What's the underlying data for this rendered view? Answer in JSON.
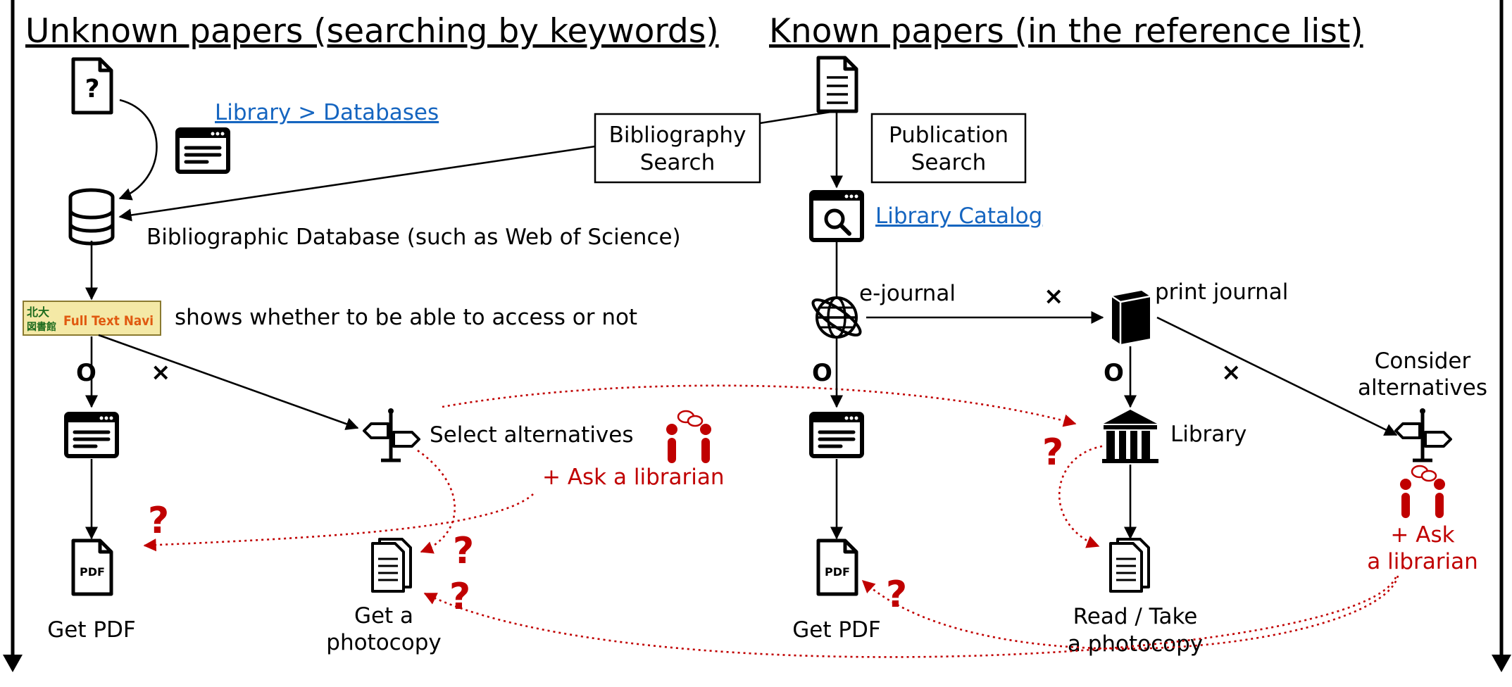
{
  "headings": {
    "unknown": "Unknown papers (searching by keywords)",
    "known": "Known papers (in the reference list)"
  },
  "links": {
    "library_databases": "Library > Databases",
    "library_catalog": "Library Catalog"
  },
  "boxes": {
    "bibliography_search": [
      "Bibliography",
      "Search"
    ],
    "publication_search": [
      "Publication",
      "Search"
    ]
  },
  "labels": {
    "bibliographic_database": "Bibliographic Database (such as Web of Science)",
    "fulltext_note": "shows whether to be able to access or not",
    "fulltext_logo_small1": "北大",
    "fulltext_logo_small2": "図書館",
    "fulltext_logo_big": "Full Text Navi",
    "select_alternatives": "Select alternatives",
    "ask_librarian_left": "+ Ask a librarian",
    "get_pdf_left": "Get PDF",
    "get_photocopy": [
      "Get a",
      "photocopy"
    ],
    "e_journal": "e-journal",
    "print_journal": "print journal",
    "library": "Library",
    "get_pdf_right": "Get PDF",
    "read_take_photocopy": [
      "Read / Take",
      "a photocopy"
    ],
    "consider_alternatives": [
      "Consider",
      "alternatives"
    ],
    "ask_librarian_right": [
      "+ Ask",
      "a librarian"
    ]
  },
  "marks": {
    "ok": "O",
    "ng": "×",
    "question": "?"
  },
  "colors": {
    "text": "#000000",
    "link": "#1565c0",
    "accent_red": "#c00000",
    "logo_bg": "#f4e9a6",
    "logo_text": "#e05a10"
  },
  "icons": [
    "document-question-icon",
    "browser-window-icon",
    "database-icon",
    "fulltext-navi-logo",
    "signpost-icon",
    "librarian-icon",
    "pdf-file-icon",
    "photocopy-icon",
    "document-icon",
    "catalog-search-icon",
    "globe-icon",
    "book-icon",
    "library-building-icon"
  ]
}
